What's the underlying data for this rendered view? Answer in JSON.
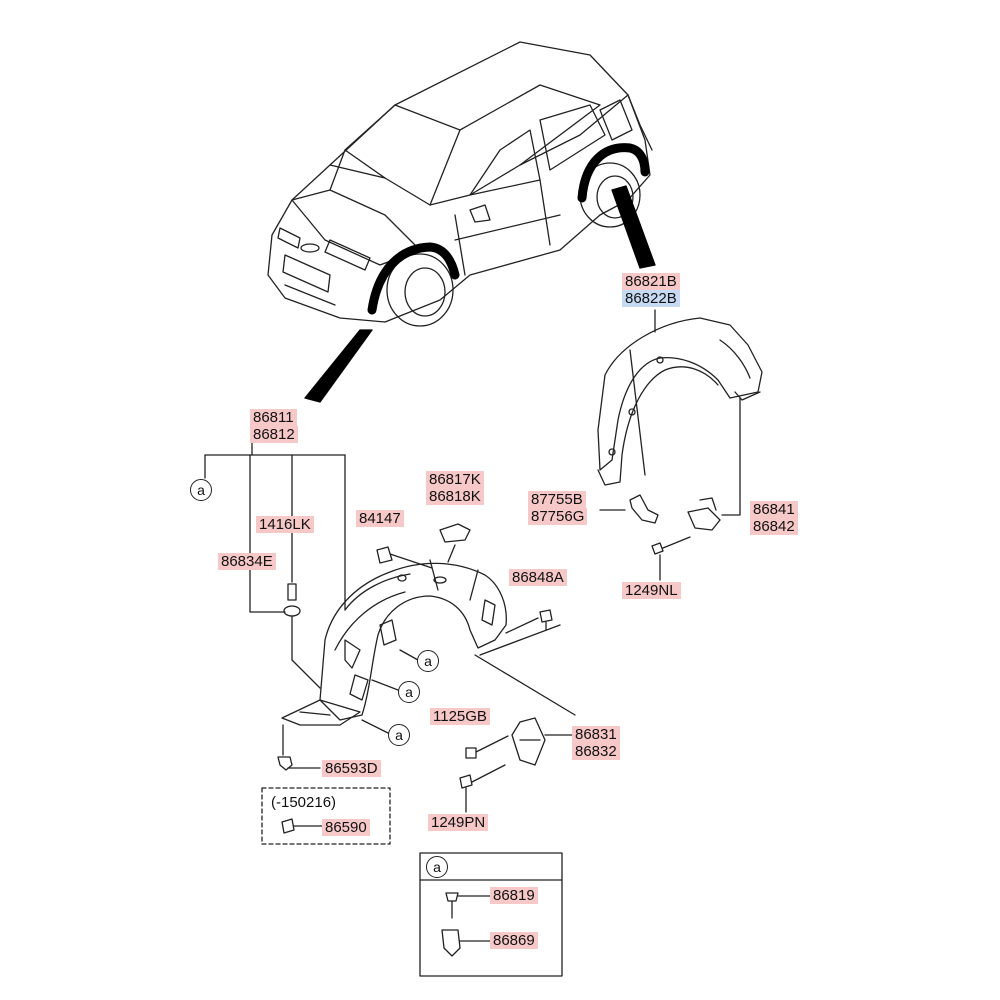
{
  "callout_letter": "a",
  "colors": {
    "highlight_pink": "#f6c8c8",
    "highlight_blue": "#c7daf3",
    "line": "#222222"
  },
  "labels": {
    "front_liner_1": "86811",
    "front_liner_2": "86812",
    "rear_liner_1": "86821B",
    "rear_liner_2": "86822B",
    "screw_1416LK": "1416LK",
    "clip_86834E": "86834E",
    "nut_84147": "84147",
    "bracket_1": "86817K",
    "bracket_2": "86818K",
    "clip_86848A": "86848A",
    "bolt_1125GB": "1125GB",
    "guard_1": "86831",
    "guard_2": "86832",
    "screw_1249PN": "1249PN",
    "clip_86593D": "86593D",
    "date_note": "(-150216)",
    "clip_86590": "86590",
    "rear_bracket_1": "87755B",
    "rear_bracket_2": "87756G",
    "rear_flap_1": "86841",
    "rear_flap_2": "86842",
    "screw_1249NL": "1249NL",
    "legend_screw": "86819",
    "legend_clip": "86869"
  }
}
